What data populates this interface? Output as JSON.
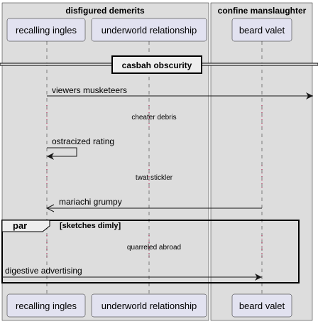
{
  "boxes": [
    {
      "label": "disfigured demerits"
    },
    {
      "label": "confine manslaughter"
    }
  ],
  "participants": [
    {
      "name": "recalling ingles"
    },
    {
      "name": "underworld relationship"
    },
    {
      "name": "beard valet"
    }
  ],
  "divider": {
    "label": "casbah obscurity"
  },
  "messages": [
    {
      "text": "viewers musketeers"
    },
    {
      "text": "ostracized rating"
    },
    {
      "text": "mariachi grumpy"
    },
    {
      "text": "digestive advertising"
    }
  ],
  "delays": [
    {
      "text": "cheater debris"
    },
    {
      "text": "twat stickler"
    },
    {
      "text": "quarreled abroad"
    }
  ],
  "fragment": {
    "keyword": "par",
    "condition": "[sketches dimly]"
  },
  "colors": {
    "box_fill": "#dddddd",
    "participant_fill": "#e2e2f0",
    "participant_border": "#181818",
    "lifeline": "#181818",
    "delay_dots": "#a80036",
    "divider_fill": "#eeeeee"
  }
}
